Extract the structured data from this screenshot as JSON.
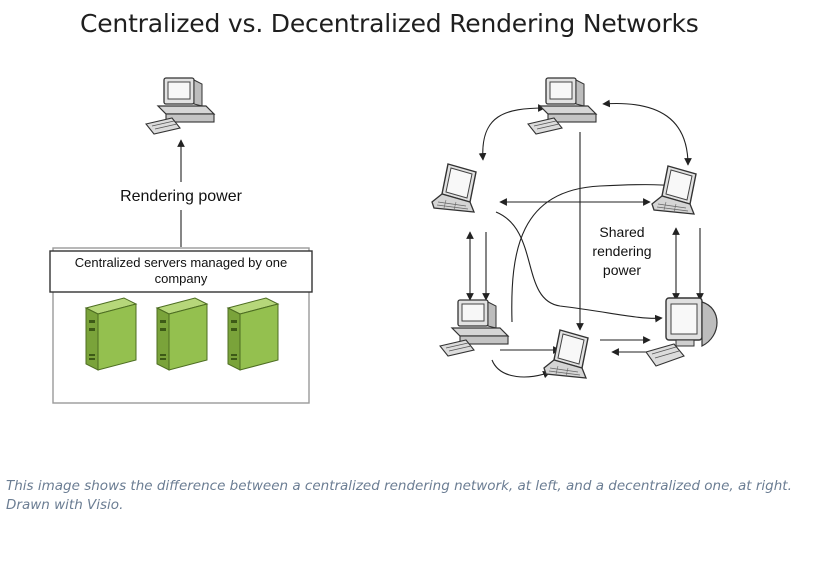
{
  "title": "Centralized vs. Decentralized Rendering Networks",
  "centralized": {
    "label_power": "Rendering power",
    "server_box_line1": "Centralized servers managed by one",
    "server_box_line2": "company"
  },
  "decentralized": {
    "label_line1": "Shared",
    "label_line2": "rendering",
    "label_line3": "power"
  },
  "caption": "This image shows the difference between a centralized rendering network, at left, and a decentralized one, at right. Drawn with Visio.",
  "colors": {
    "server_green": "#8ab54a",
    "server_dark": "#5f8a2d",
    "device_gray": "#d9d9d9",
    "line": "#222222"
  }
}
